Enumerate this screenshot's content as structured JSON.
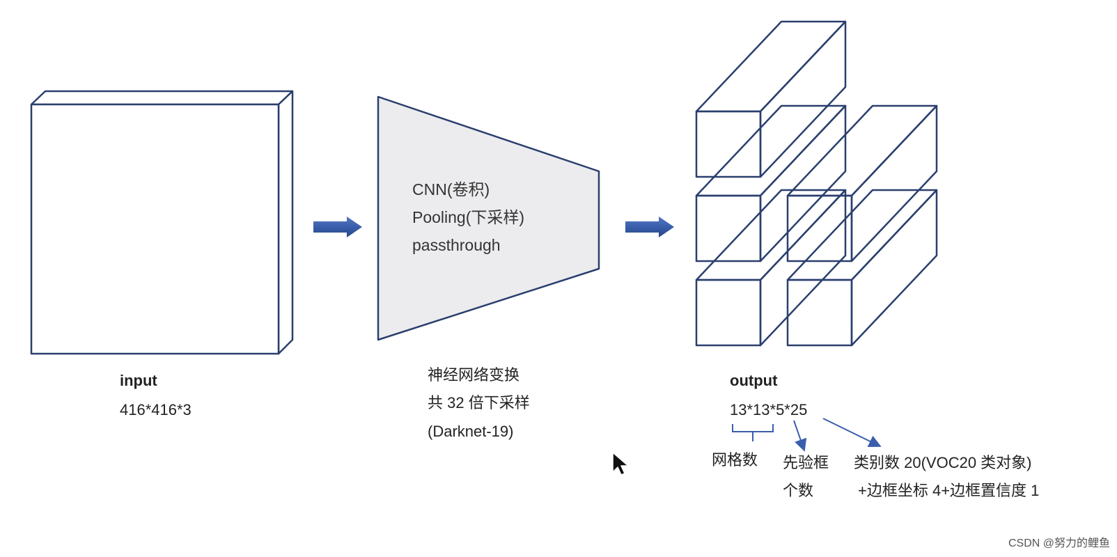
{
  "input": {
    "title": "input",
    "dims": "416*416*3"
  },
  "network": {
    "lines": [
      "CNN(卷积)",
      "Pooling(下采样)",
      "passthrough"
    ],
    "caption": [
      "神经网络变换",
      "共 32 倍下采样",
      "(Darknet-19)"
    ]
  },
  "output": {
    "title": "output",
    "formula": "13*13*5*25",
    "grid_label": "网格数",
    "anchor_label": [
      "先验框",
      "个数"
    ],
    "class_label": [
      "类别数 20(VOC20 类对象)",
      "+边框坐标 4+边框置信度 1"
    ]
  },
  "watermark": "CSDN @努力的鲤鱼",
  "colors": {
    "stroke": "#2a3f6e",
    "arrow": "#3a5eab",
    "trapezoid_fill": "#ececee"
  }
}
